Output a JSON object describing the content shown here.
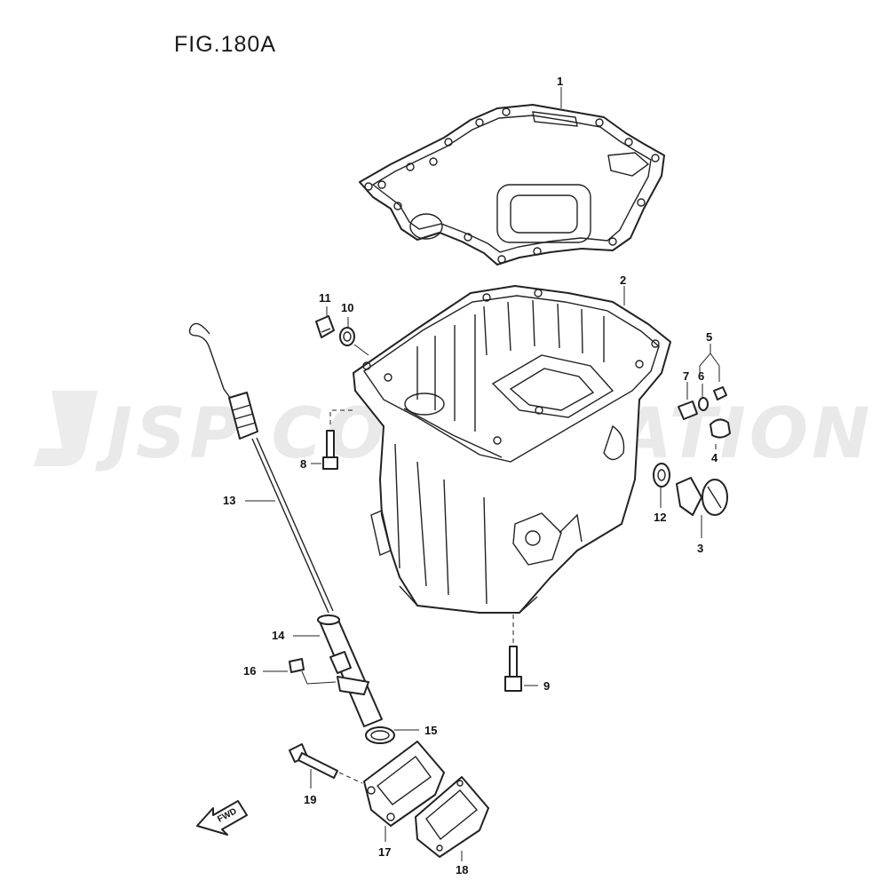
{
  "figure": {
    "title": "FIG.180A"
  },
  "watermark": {
    "text": "JSP CORPORATION"
  },
  "callouts": {
    "p1": "1",
    "p2": "2",
    "p3": "3",
    "p4": "4",
    "p5": "5",
    "p6": "6",
    "p7": "7",
    "p8": "8",
    "p9": "9",
    "p10": "10",
    "p11": "11",
    "p12": "12",
    "p13": "13",
    "p14": "14",
    "p15": "15",
    "p16": "16",
    "p17": "17",
    "p18": "18",
    "p19": "19"
  },
  "direction": {
    "label": "FWD"
  }
}
